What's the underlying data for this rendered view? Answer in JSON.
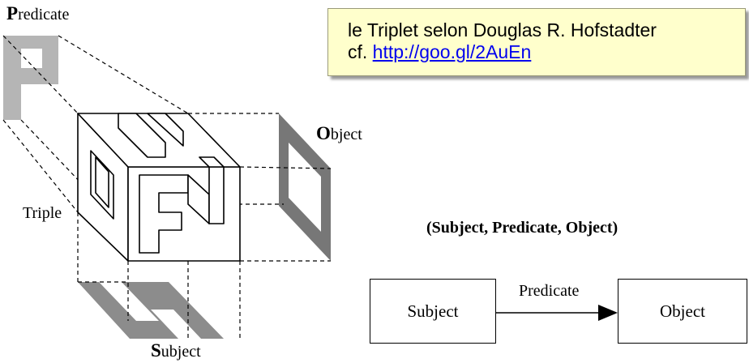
{
  "labels": {
    "predicate": {
      "initial": "P",
      "rest": "redicate"
    },
    "object": {
      "initial": "O",
      "rest": "bject"
    },
    "subject": {
      "initial": "S",
      "rest": "ubject"
    },
    "triple": "Triple"
  },
  "note": {
    "line1": "le Triplet selon Douglas R. Hofstadter",
    "line2_prefix": "cf.",
    "link": "http://goo.gl/2AuEn"
  },
  "tuple": "(Subject, Predicate, Object)",
  "flow": {
    "subject": "Subject",
    "edge": "Predicate",
    "object": "Object"
  },
  "colors": {
    "shadow_gray": "#b5b5b5",
    "object_gray": "#777777",
    "subject_gray": "#8c8c8c",
    "note_bg": "#ffffcc",
    "link": "#0000ee"
  }
}
